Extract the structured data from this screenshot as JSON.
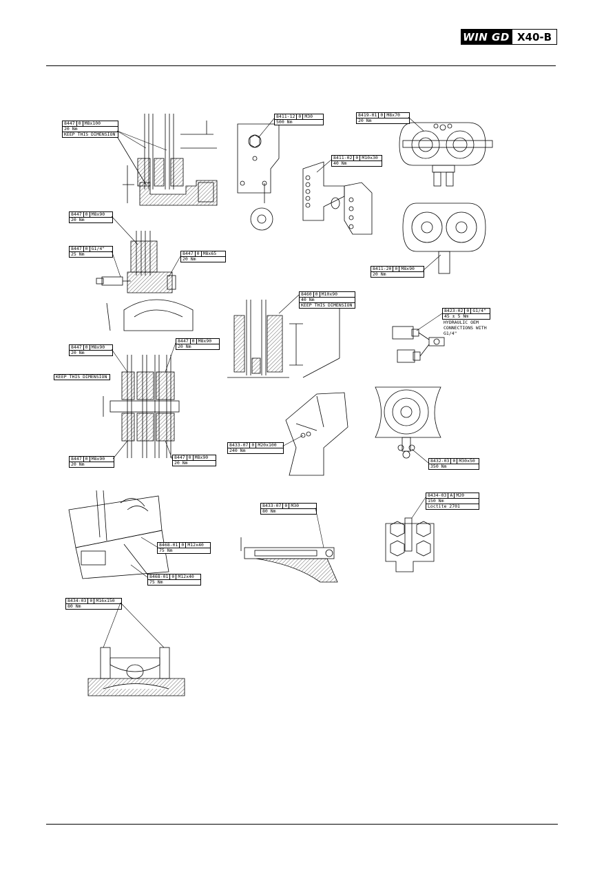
{
  "header": {
    "logo": "WIN GD",
    "model": "X40-B"
  },
  "tags": [
    {
      "id": "t1",
      "rows": [
        [
          "8447",
          "0",
          "M8x100"
        ],
        [
          "20 Nm"
        ],
        [
          "KEEP THIS DIMENSION"
        ]
      ]
    },
    {
      "id": "t2",
      "rows": [
        [
          "8411-12",
          "0",
          "M30"
        ],
        [
          "500 Nm"
        ]
      ]
    },
    {
      "id": "t3",
      "rows": [
        [
          "8419-01",
          "0",
          "M8x70"
        ],
        [
          "20 Nm"
        ]
      ]
    },
    {
      "id": "t4",
      "rows": [
        [
          "8411-02",
          "0",
          "M10x30"
        ],
        [
          "40 Nm"
        ]
      ]
    },
    {
      "id": "t5",
      "rows": [
        [
          "8447",
          "0",
          "M8x90"
        ],
        [
          "20 Nm"
        ]
      ]
    },
    {
      "id": "t6",
      "rows": [
        [
          "8447",
          "0",
          "G1/4\""
        ],
        [
          "25 Nm"
        ]
      ]
    },
    {
      "id": "t7",
      "rows": [
        [
          "8447",
          "0",
          "M8x65"
        ],
        [
          "20 Nm"
        ]
      ]
    },
    {
      "id": "t8",
      "rows": [
        [
          "8411-20",
          "0",
          "M8x90"
        ],
        [
          "20 Nm"
        ]
      ]
    },
    {
      "id": "t9",
      "rows": [
        [
          "8460",
          "0",
          "M10x90"
        ],
        [
          "40 Nm"
        ],
        [
          "KEEP THIS DIMENSION"
        ]
      ]
    },
    {
      "id": "t10",
      "rows": [
        [
          "8447",
          "0",
          "M8x90"
        ],
        [
          "20 Nm"
        ]
      ]
    },
    {
      "id": "t11",
      "rows": [
        [
          "8447",
          "0",
          "M8x90"
        ],
        [
          "20 Nm"
        ]
      ]
    },
    {
      "id": "t12",
      "rows": [
        [
          "KEEP THIS DIMENSION"
        ]
      ]
    },
    {
      "id": "t13",
      "rows": [
        [
          "8423-02",
          "0",
          "G1/4\""
        ],
        [
          "45 ± 5 Nm"
        ]
      ],
      "note": [
        "HYDRAULIC OEM",
        "CONNECTIONS WITH",
        "G1/4\""
      ]
    },
    {
      "id": "t14",
      "rows": [
        [
          "8433-07",
          "0",
          "M20x100"
        ],
        [
          "240 Nm"
        ]
      ]
    },
    {
      "id": "t15",
      "rows": [
        [
          "8447",
          "0",
          "M8x90"
        ],
        [
          "20 Nm"
        ]
      ]
    },
    {
      "id": "t16",
      "rows": [
        [
          "8447",
          "0",
          "M8x90"
        ],
        [
          "20 Nm"
        ]
      ]
    },
    {
      "id": "t17",
      "rows": [
        [
          "8432-03",
          "0",
          "M30x50"
        ],
        [
          "350 Nm"
        ]
      ]
    },
    {
      "id": "t18",
      "rows": [
        [
          "8434-03",
          "A",
          "M20"
        ],
        [
          "150 Nm"
        ],
        [
          "Loctite 2701"
        ]
      ]
    },
    {
      "id": "t19",
      "rows": [
        [
          "8433-07",
          "0",
          "M30"
        ],
        [
          "80 Nm"
        ]
      ]
    },
    {
      "id": "t20",
      "rows": [
        [
          "8468-01",
          "0",
          "M12x40"
        ],
        [
          "75 Nm"
        ]
      ]
    },
    {
      "id": "t21",
      "rows": [
        [
          "8468-01",
          "0",
          "M12x40"
        ],
        [
          "75 Nm"
        ]
      ]
    },
    {
      "id": "t22",
      "rows": [
        [
          "8434-03",
          "0",
          "M16x150"
        ],
        [
          "80 Nm"
        ]
      ]
    }
  ]
}
